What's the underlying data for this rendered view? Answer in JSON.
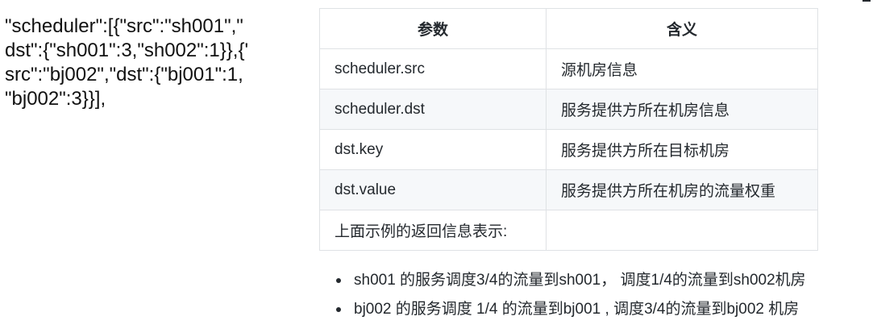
{
  "code_text": "\"scheduler\":[{\"src\":\"sh001\",\"\ndst\":{\"sh001\":3,\"sh002\":1}},{'\nsrc\":\"bj002\",\"dst\":{\"bj001\":1,\n\"bj002\":3}}],",
  "table": {
    "headers": [
      "参数",
      "含义"
    ],
    "rows": [
      [
        "scheduler.src",
        "源机房信息"
      ],
      [
        "scheduler.dst",
        "服务提供方所在机房信息"
      ],
      [
        "dst.key",
        "服务提供方所在目标机房"
      ],
      [
        "dst.value",
        "服务提供方所在机房的流量权重"
      ],
      [
        "上面示例的返回信息表示:",
        ""
      ]
    ]
  },
  "notes": [
    "sh001 的服务调度3/4的流量到sh001， 调度1/4的流量到sh002机房",
    "bj002 的服务调度 1/4 的流量到bj001 , 调度3/4的流量到bj002 机房"
  ]
}
